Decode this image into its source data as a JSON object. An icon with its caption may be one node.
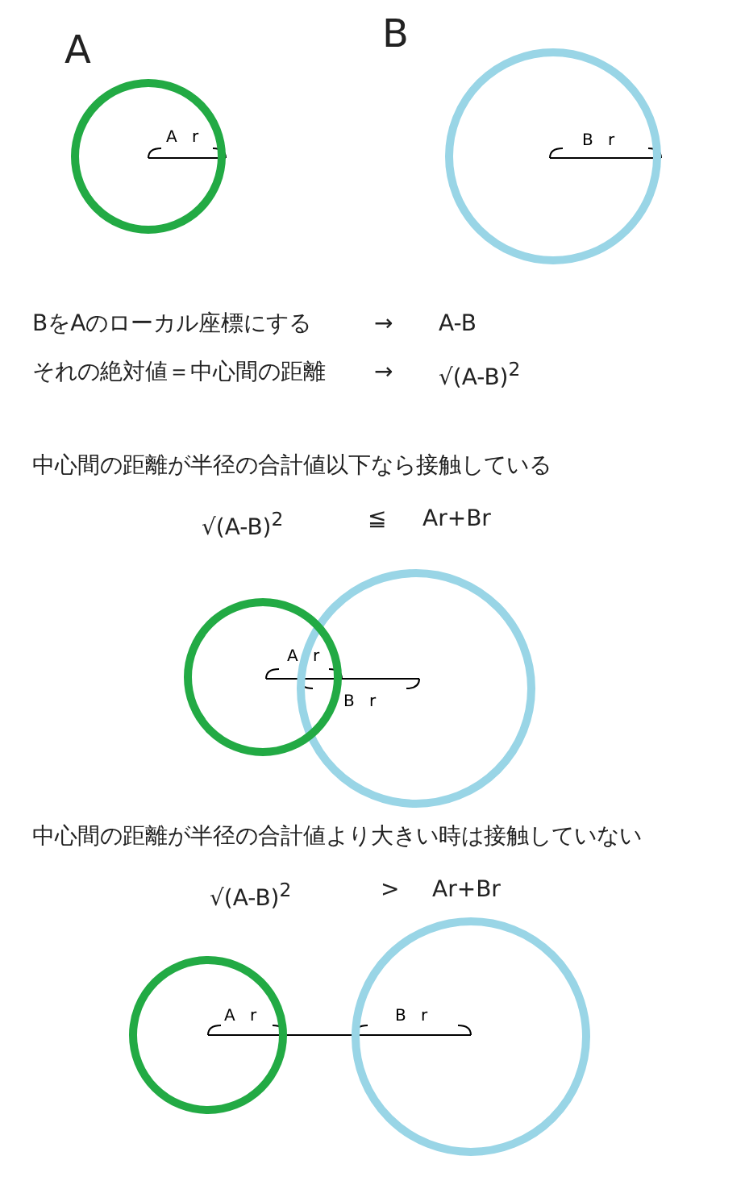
{
  "diagram": {
    "nodes": [
      {
        "text": [
          "A r"
        ],
        "beside": [
          "A"
        ]
      },
      {
        "text": [
          "B r"
        ],
        "beside": [
          "B"
        ]
      },
      {
        "text": [
          "A r"
        ]
      },
      {
        "text": [
          "B r"
        ]
      },
      {
        "text": [
          "A r"
        ]
      },
      {
        "text": [
          "B r"
        ]
      }
    ],
    "edges": [],
    "labels": [
      "BをAのローカル座標にする",
      "→",
      "A-B",
      "それの絶対値＝中心間の距離",
      "→",
      "√(A-B)$^{2}$",
      "中心間の距離が半径の合計値以下なら接触している",
      "√(A-B)$^{2}$",
      "≦",
      "Ar+Br",
      "中心間の距離が半径の合計値より大きい時は接触していない",
      "√(A-B)$^{2}$",
      ">",
      "Ar+Br"
    ]
  }
}
